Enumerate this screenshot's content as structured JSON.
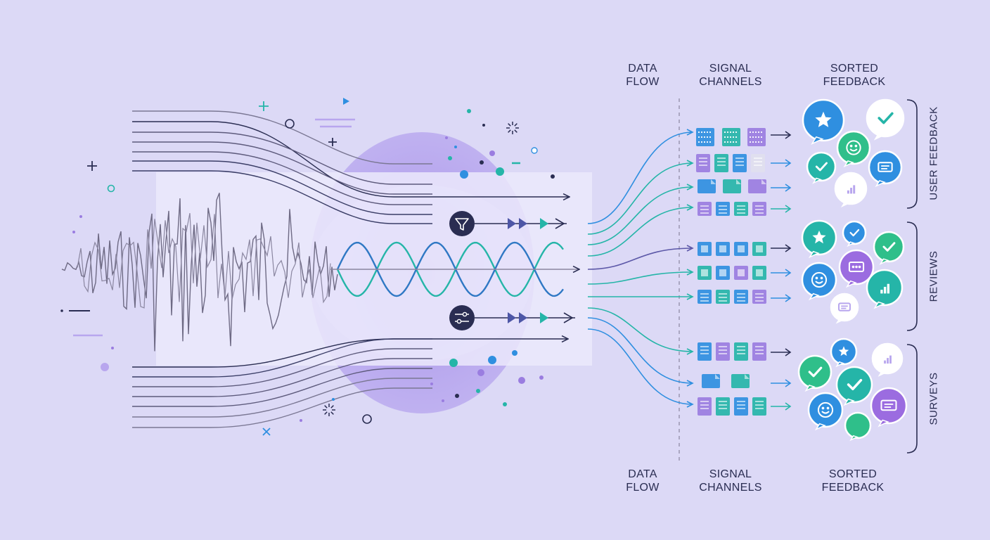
{
  "header_labels": {
    "data_flow": {
      "line1": "DATA",
      "line2": "FLOW"
    },
    "signal_channels": {
      "line1": "SIGNAL",
      "line2": "CHANNELS"
    },
    "sorted_feedback": {
      "line1": "SORTED",
      "line2": "FEEDBACK"
    }
  },
  "footer_labels": {
    "data_flow": {
      "line1": "DATA",
      "line2": "FLOW"
    },
    "signal_channels": {
      "line1": "SIGNAL",
      "line2": "CHANNELS"
    },
    "sorted_feedback": {
      "line1": "SORTED",
      "line2": "FEEDBACK"
    }
  },
  "groups": [
    {
      "label": "USER FEEDBACK"
    },
    {
      "label": "REVIEWS"
    },
    {
      "label": "SURVEYS"
    }
  ],
  "stage_icons": [
    "filter-icon",
    "sliders-icon"
  ],
  "colors": {
    "background": "#dcd9f6",
    "navy": "#2a2d52",
    "purple": "#9a7de0",
    "teal": "#25b5a8",
    "blue": "#2f8fe0",
    "soft_purple": "#b8a6ee"
  }
}
